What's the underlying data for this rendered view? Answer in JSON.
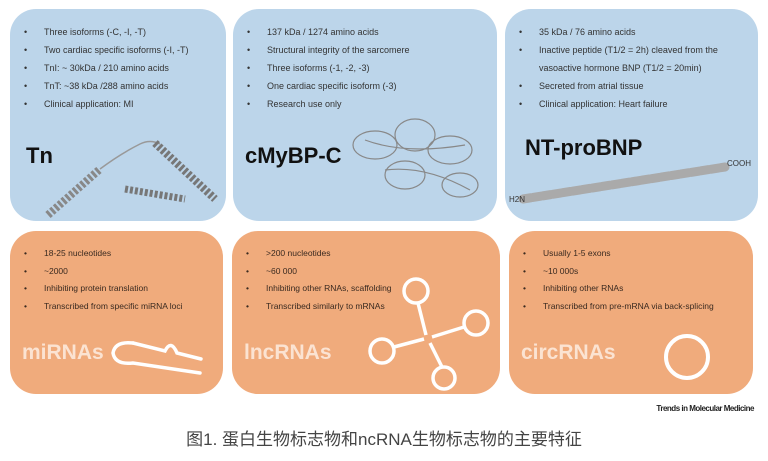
{
  "panels_top": [
    {
      "title": "Tn",
      "bullets": [
        "Three isoforms (-C, -I, -T)",
        "Two cardiac specific isoforms (-I, -T)",
        "TnI: ~ 30kDa / 210 amino acids",
        "TnT: ~38 kDa /288 amino acids",
        "Clinical application: MI"
      ]
    },
    {
      "title": "cMyBP-C",
      "bullets": [
        "137 kDa / 1274 amino acids",
        "Structural integrity of the sarcomere",
        "Three isoforms (-1, -2, -3)",
        "One cardiac specific isoform (-3)",
        "Research use only"
      ]
    },
    {
      "title": "NT-proBNP",
      "bullets": [
        "35 kDa / 76 amino acids",
        "Inactive peptide (T1/2 = 2h) cleaved from the vasoactive hormone BNP (T1/2 = 20min)",
        "Secreted from atrial tissue",
        "Clinical application: Heart failure"
      ],
      "peptide_n": "H2N",
      "peptide_c": "COOH"
    }
  ],
  "panels_bottom": [
    {
      "title": "miRNAs",
      "bullets": [
        "18-25 nucleotides",
        "~2000",
        "Inhibiting protein translation",
        "Transcribed from specific miRNA loci"
      ]
    },
    {
      "title": "lncRNAs",
      "bullets": [
        ">200 nucleotides",
        "~60 000",
        "Inhibiting other RNAs, scaffolding",
        "Transcribed similarly to mRNAs"
      ]
    },
    {
      "title": "circRNAs",
      "bullets": [
        "Usually 1-5 exons",
        "~10 000s",
        "Inhibiting other RNAs",
        "Transcribed from pre-mRNA via back-splicing"
      ]
    }
  ],
  "credit": "Trends in Molecular Medicine",
  "caption": "图1. 蛋白生物标志物和ncRNA生物标志物的主要特征",
  "colors": {
    "protein_panel": "#bcd5ea",
    "rna_panel": "#f0ab7c"
  }
}
